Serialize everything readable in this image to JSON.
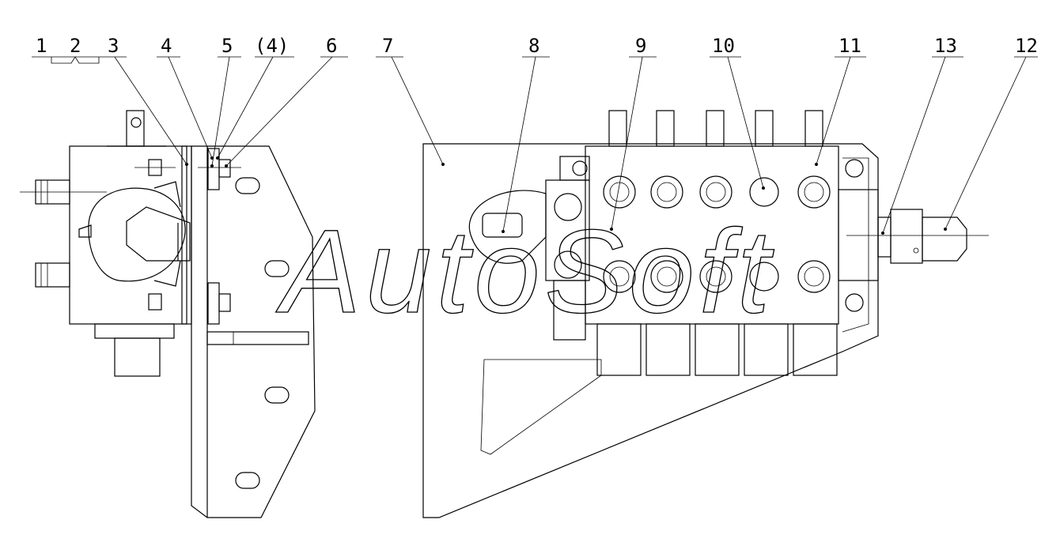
{
  "callouts": [
    "1",
    "2",
    "3",
    "4",
    "5",
    "(4)",
    "6",
    "7",
    "8",
    "9",
    "10",
    "11",
    "13",
    "12"
  ],
  "watermark": "AutoSoft",
  "colors": {
    "line": "#000000",
    "background": "#ffffff"
  }
}
